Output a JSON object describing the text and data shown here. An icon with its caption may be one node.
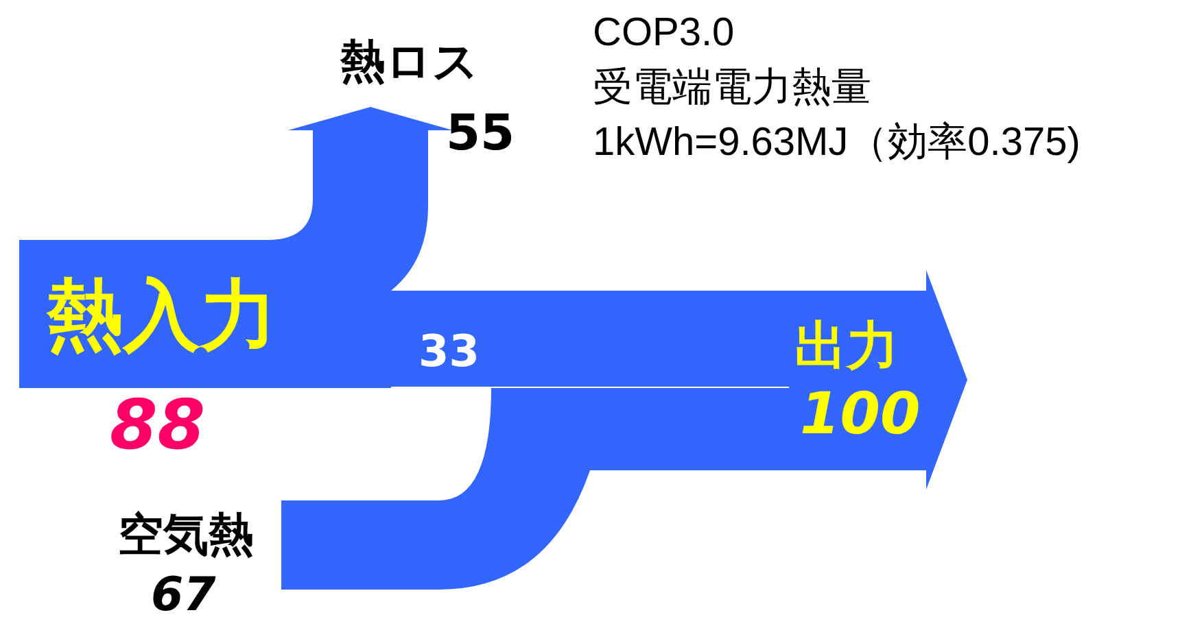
{
  "diagram": {
    "nodes": [
      {
        "text": [
          "熱入力"
        ],
        "beside": [
          "88"
        ]
      },
      {
        "text": [
          "熱ロス"
        ],
        "beside": [
          "55"
        ]
      },
      {
        "text": [
          "空気熱"
        ],
        "beside": [
          "67"
        ]
      },
      {
        "text": [
          "出力",
          "100"
        ]
      }
    ],
    "edges": [
      {
        "from": 0,
        "to": 1,
        "arrow": "to"
      },
      {
        "from": 0,
        "to": 3,
        "arrow": "none",
        "label": "33"
      },
      {
        "from": 2,
        "to": 3,
        "arrow": "none"
      }
    ],
    "labels": [
      "COP3.0",
      "受電端電力熱量",
      "1kWh=9.63MJ（効率0.375)"
    ]
  }
}
